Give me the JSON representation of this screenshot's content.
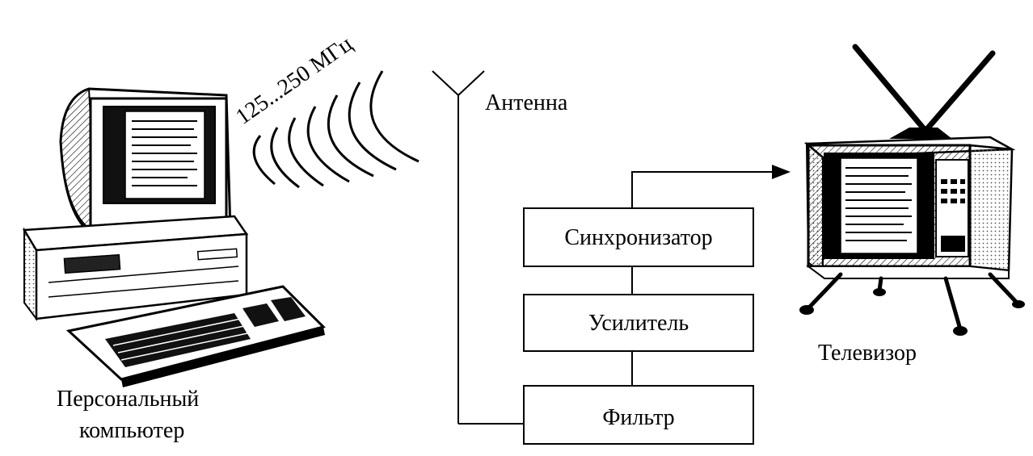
{
  "labels": {
    "frequency": "125...250 МГц",
    "antenna": "Антенна",
    "computer_line1": "Персональный",
    "computer_line2": "компьютер",
    "tv": "Телевизор"
  },
  "blocks": {
    "synchronizer": "Синхронизатор",
    "amplifier": "Усилитель",
    "filter": "Фильтр"
  }
}
